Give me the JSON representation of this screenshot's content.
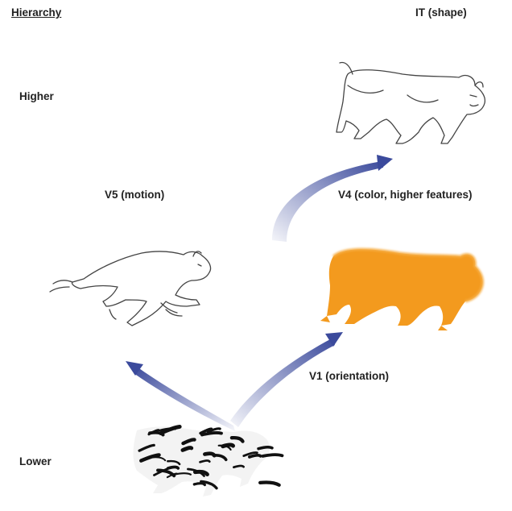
{
  "title": "Hierarchy",
  "levels": {
    "higher": "Higher",
    "lower": "Lower"
  },
  "areas": {
    "it": "IT (shape)",
    "v4": "V4 (color, higher features)",
    "v5": "V5 (motion)",
    "v1": "V1 (orientation)"
  },
  "colors": {
    "arrow": "#3b4a9c",
    "v4_cat": "#f39a1e",
    "outline": "#333333"
  },
  "icons": [
    "tiger-stripes-icon",
    "cat-motion-outline-icon",
    "cat-orange-silhouette-icon",
    "cat-shape-outline-icon"
  ]
}
